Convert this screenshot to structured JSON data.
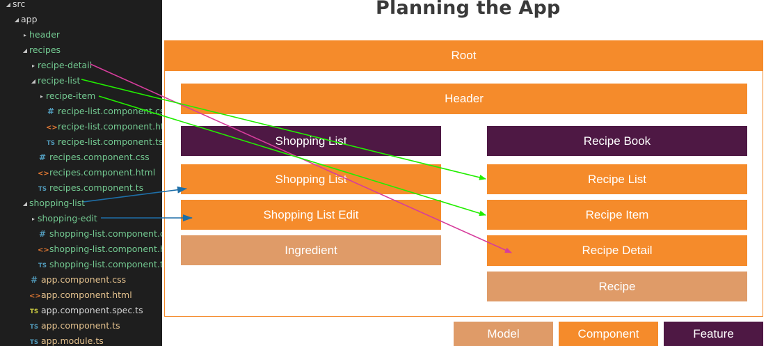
{
  "explorer": {
    "items": [
      {
        "label": "src",
        "twist": "◢",
        "icon": "",
        "color": "white",
        "depth": 0
      },
      {
        "label": "app",
        "twist": "◢",
        "icon": "",
        "color": "white",
        "depth": 1
      },
      {
        "label": "header",
        "twist": "▸",
        "icon": "",
        "color": "green",
        "depth": 2
      },
      {
        "label": "recipes",
        "twist": "◢",
        "icon": "",
        "color": "green",
        "depth": 2
      },
      {
        "label": "recipe-detail",
        "twist": "▸",
        "icon": "",
        "color": "green",
        "depth": 3
      },
      {
        "label": "recipe-list",
        "twist": "◢",
        "icon": "",
        "color": "green",
        "depth": 3
      },
      {
        "label": "recipe-item",
        "twist": "▸",
        "icon": "",
        "color": "green",
        "depth": 4
      },
      {
        "label": "recipe-list.component.css",
        "twist": "",
        "icon": "#",
        "icontype": "css",
        "color": "green",
        "depth": 4
      },
      {
        "label": "recipe-list.component.html",
        "twist": "",
        "icon": "<>",
        "icontype": "html",
        "color": "green",
        "depth": 4
      },
      {
        "label": "recipe-list.component.ts",
        "twist": "",
        "icon": "TS",
        "icontype": "ts",
        "color": "green",
        "depth": 4
      },
      {
        "label": "recipes.component.css",
        "twist": "",
        "icon": "#",
        "icontype": "css",
        "color": "green",
        "depth": 3
      },
      {
        "label": "recipes.component.html",
        "twist": "",
        "icon": "<>",
        "icontype": "html",
        "color": "green",
        "depth": 3
      },
      {
        "label": "recipes.component.ts",
        "twist": "",
        "icon": "TS",
        "icontype": "ts",
        "color": "green",
        "depth": 3
      },
      {
        "label": "shopping-list",
        "twist": "◢",
        "icon": "",
        "color": "green",
        "depth": 2
      },
      {
        "label": "shopping-edit",
        "twist": "▸",
        "icon": "",
        "color": "green",
        "depth": 3
      },
      {
        "label": "shopping-list.component.css",
        "twist": "",
        "icon": "#",
        "icontype": "css",
        "color": "green",
        "depth": 3
      },
      {
        "label": "shopping-list.component.html",
        "twist": "",
        "icon": "<>",
        "icontype": "html",
        "color": "green",
        "depth": 3
      },
      {
        "label": "shopping-list.component.ts",
        "twist": "",
        "icon": "TS",
        "icontype": "ts",
        "color": "green",
        "depth": 3
      },
      {
        "label": "app.component.css",
        "twist": "",
        "icon": "#",
        "icontype": "css",
        "color": "yellow",
        "depth": 2
      },
      {
        "label": "app.component.html",
        "twist": "",
        "icon": "<>",
        "icontype": "html",
        "color": "yellow",
        "depth": 2
      },
      {
        "label": "app.component.spec.ts",
        "twist": "",
        "icon": "TS",
        "icontype": "spec",
        "color": "white",
        "depth": 2
      },
      {
        "label": "app.component.ts",
        "twist": "",
        "icon": "TS",
        "icontype": "ts",
        "color": "yellow",
        "depth": 2
      },
      {
        "label": "app.module.ts",
        "twist": "",
        "icon": "TS",
        "icontype": "ts",
        "color": "yellow",
        "depth": 2
      }
    ]
  },
  "diagram": {
    "title": "Planning the App",
    "root": "Root",
    "header": "Header",
    "shopping_feature": "Shopping List",
    "shopping_list": "Shopping List",
    "shopping_list_edit": "Shopping List Edit",
    "ingredient": "Ingredient",
    "recipe_book": "Recipe Book",
    "recipe_list": "Recipe List",
    "recipe_item": "Recipe Item",
    "recipe_detail": "Recipe Detail",
    "recipe": "Recipe"
  },
  "legend": {
    "model": "Model",
    "component": "Component",
    "feature": "Feature"
  },
  "colors": {
    "component": "#f58b2b",
    "feature": "#4e1844",
    "model": "#df9b68",
    "arrow_green": "#22ee00",
    "arrow_magenta": "#d63d9c",
    "arrow_blue": "#1e6fa8"
  }
}
